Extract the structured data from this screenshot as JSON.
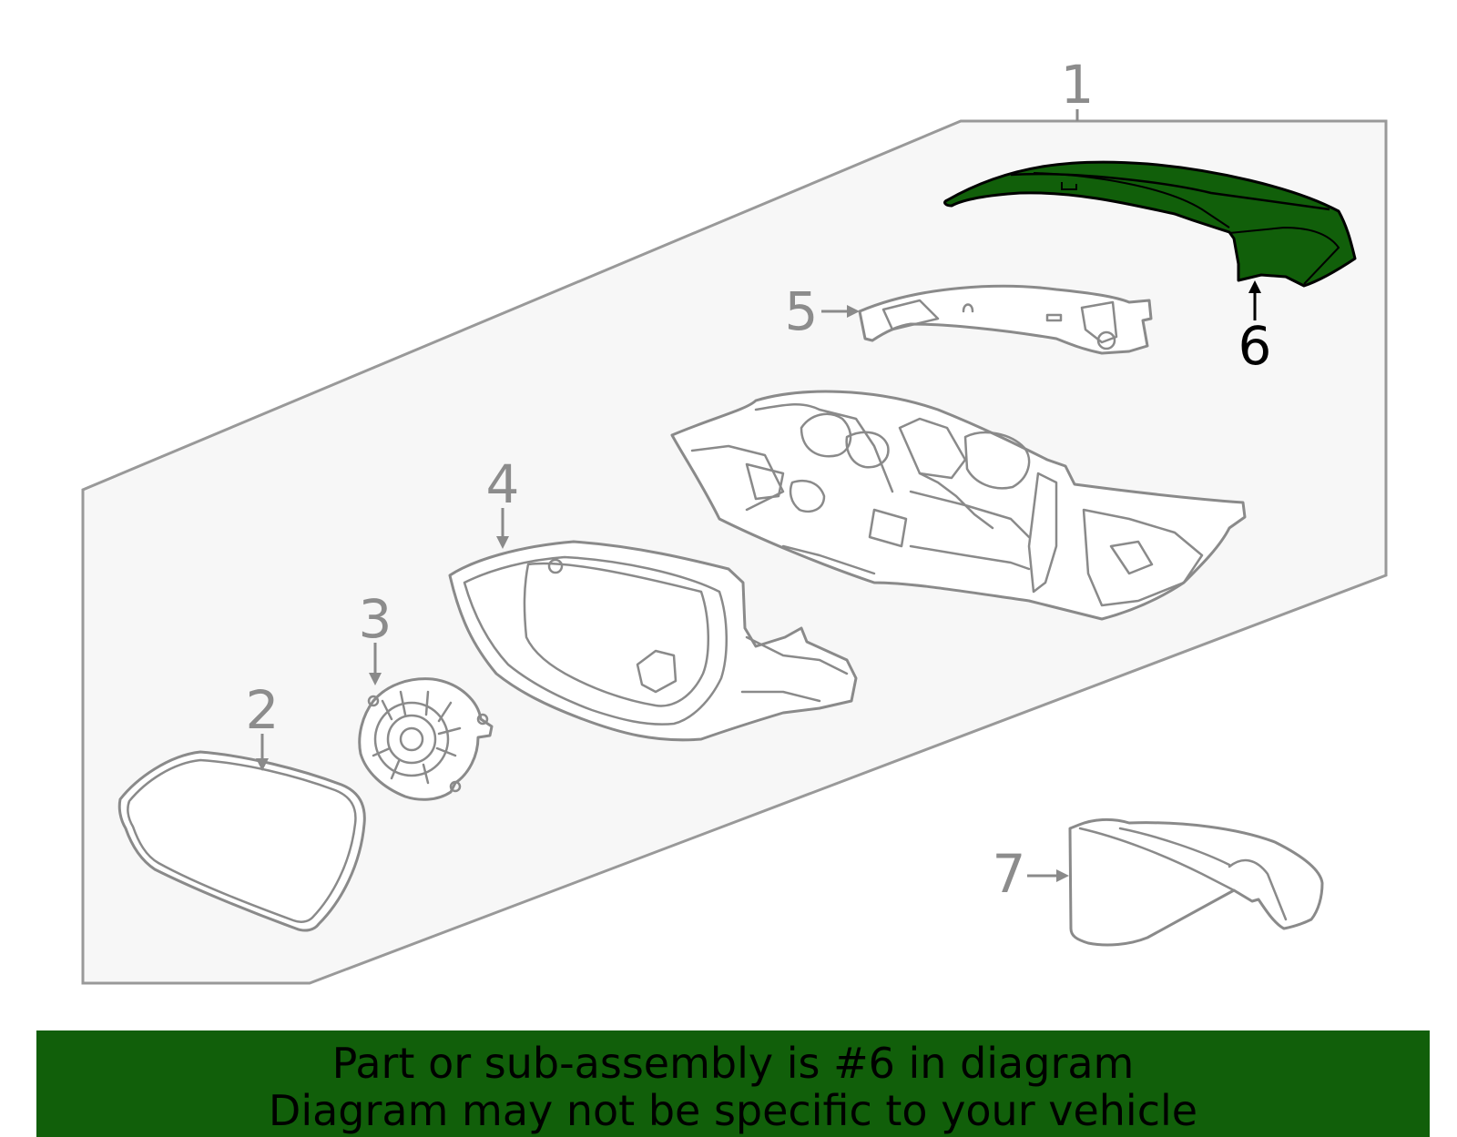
{
  "diagram": {
    "callouts": [
      "1",
      "2",
      "3",
      "4",
      "5",
      "6",
      "7"
    ],
    "highlighted_part": "6",
    "colors": {
      "highlight_fill": "#115f0a",
      "outline": "#8a8a8a",
      "panel_fill": "#f7f7f7",
      "banner_bg": "#115f0a",
      "banner_text": "#000000"
    }
  },
  "banner": {
    "line1": "Part or sub-assembly is #6 in diagram",
    "line2": "Diagram may not be specific to your vehicle"
  }
}
